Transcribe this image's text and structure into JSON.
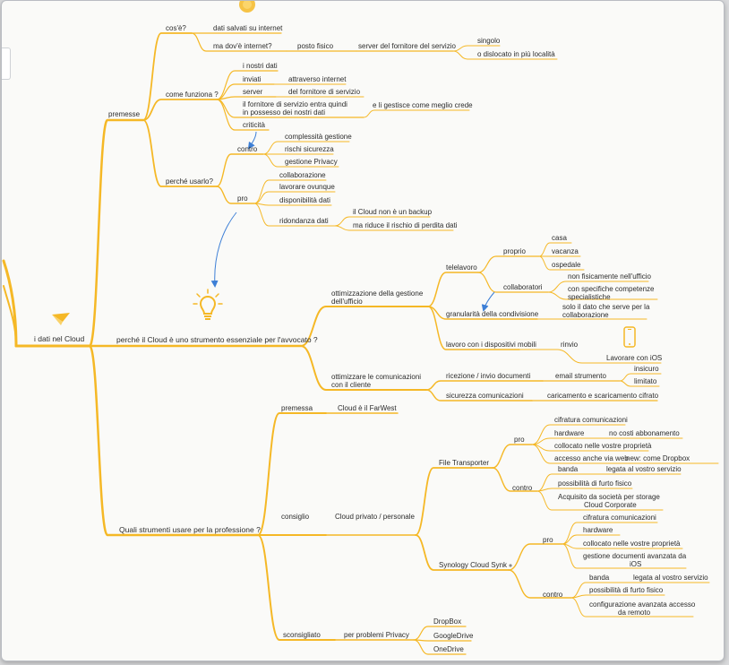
{
  "root": {
    "label": "i dati nel Cloud"
  },
  "premesse": {
    "label": "premesse",
    "cos_e": {
      "label": "cos'è?",
      "answer": "dati salvati su internet"
    },
    "dove": {
      "label": "ma dov'è internet?",
      "posto": "posto fisico",
      "server": "server del fornitore del servizio",
      "singolo": "singolo",
      "dislocato": "o dislocato in più località"
    },
    "come_funziona": {
      "label": "come funziona ?",
      "nostri_dati": "i nostri dati",
      "inviati": "inviati",
      "attraverso": "attraverso internet",
      "server": "server",
      "del_fornitore": "del fornitore di servizio",
      "fornitore_line1": "il fornitore di servizio entra quindi",
      "fornitore_line2": "in possesso dei nostri dati",
      "gestisce": "e li gestisce come meglio crede",
      "criticita": "criticità"
    },
    "perche_usarlo": {
      "label": "perché usarlo?",
      "contro": {
        "label": "contro",
        "items": [
          "complessità gestione",
          "rischi sicurezza",
          "gestione Privacy"
        ]
      },
      "pro": {
        "label": "pro",
        "collaborazione": "collaborazione",
        "ovunque": "lavorare ovunque",
        "disponibilita": "disponibilità dati",
        "ridondanza": "ridondanza dati",
        "backup": "il Cloud non è un backup",
        "rischio": "ma riduce il rischio di perdita dati"
      }
    }
  },
  "perche_cloud": {
    "label": "perché il Cloud è uno strumento essenziale per l'avvocato ?",
    "ottimizzazione": {
      "label_line1": "ottimizzazione della gestione",
      "label_line2": "dell'ufficio",
      "telelavoro": "telelavoro",
      "proprio": "proprio",
      "casa": "casa",
      "vacanza": "vacanza",
      "ospedale": "ospedale",
      "collaboratori": "collaboratori",
      "non_fisicamente": "non fisicamente nell'ufficio",
      "competenze_line1": "con specifiche competenze",
      "competenze_line2": "specialistiche",
      "granularita": "granularità della condivisione",
      "solo_line1": "solo il dato che serve per la",
      "solo_line2": "collaborazione",
      "lavoro_mobili": "lavoro con i dispositivi mobili",
      "rinvio": "rinvio",
      "ios": "Lavorare con iOS"
    },
    "comunicazioni": {
      "label_line1": "ottimizzare le comunicazioni",
      "label_line2": "con il cliente",
      "ricezione": "ricezione / invio documenti",
      "email": "email strumento",
      "insicuro": "insicuro",
      "limitato": "limitato",
      "sicurezza": "sicurezza comunicazioni",
      "caricamento": "caricamento e scaricamento cifrato"
    }
  },
  "quali_strumenti": {
    "label": "Quali strumenti usare per la professione ?",
    "premessa": {
      "label": "premessa",
      "value": "Cloud è il FarWest"
    },
    "consiglio": {
      "label": "consiglio",
      "cloud_privato": "Cloud privato / personale",
      "file_transporter": {
        "label": "File Transporter",
        "pro": {
          "label": "pro",
          "cifratura": "cifratura comunicazioni",
          "hardware": "hardware",
          "no_costi": "no costi abbonamento",
          "collocato": "collocato nelle vostre proprietà",
          "accesso": "accesso anche via web",
          "new": "new: come Dropbox"
        },
        "contro": {
          "label": "contro",
          "banda": "banda",
          "legata": "legata al vostro servizio",
          "furto": "possibilità di furto fisico",
          "acquisto_line1": "Acquisito da società per storage",
          "acquisto_line2": "Cloud Corporate"
        }
      },
      "synology": {
        "label": "Synology Cloud Synk",
        "pro": {
          "label": "pro",
          "cifratura": "cifratura comunicazioni",
          "hardware": "hardware",
          "collocato": "collocato nelle vostre proprietà",
          "gestione_line1": "gestione documenti avanzata da",
          "gestione_line2": "iOS"
        },
        "contro": {
          "label": "contro",
          "banda": "banda",
          "legata": "legata al vostro servizio",
          "furto": "possibilità di furto fisico",
          "config_line1": "configurazione avanzata accesso",
          "config_line2": "da remoto"
        }
      }
    },
    "sconsigliato": {
      "label": "sconsigliato",
      "motivo": "per problemi Privacy",
      "items": [
        "DropBox",
        "GoogleDrive",
        "OneDrive"
      ]
    }
  },
  "colors": {
    "branch": "#f5b826",
    "arrow": "#3d7fd6",
    "background": "#fafaf8",
    "text": "#2c2c2c",
    "bulb": "#f5b826"
  },
  "icons": [
    "lightbulb-icon",
    "paper-plane-icon",
    "smartphone-icon",
    "sun-icon"
  ]
}
